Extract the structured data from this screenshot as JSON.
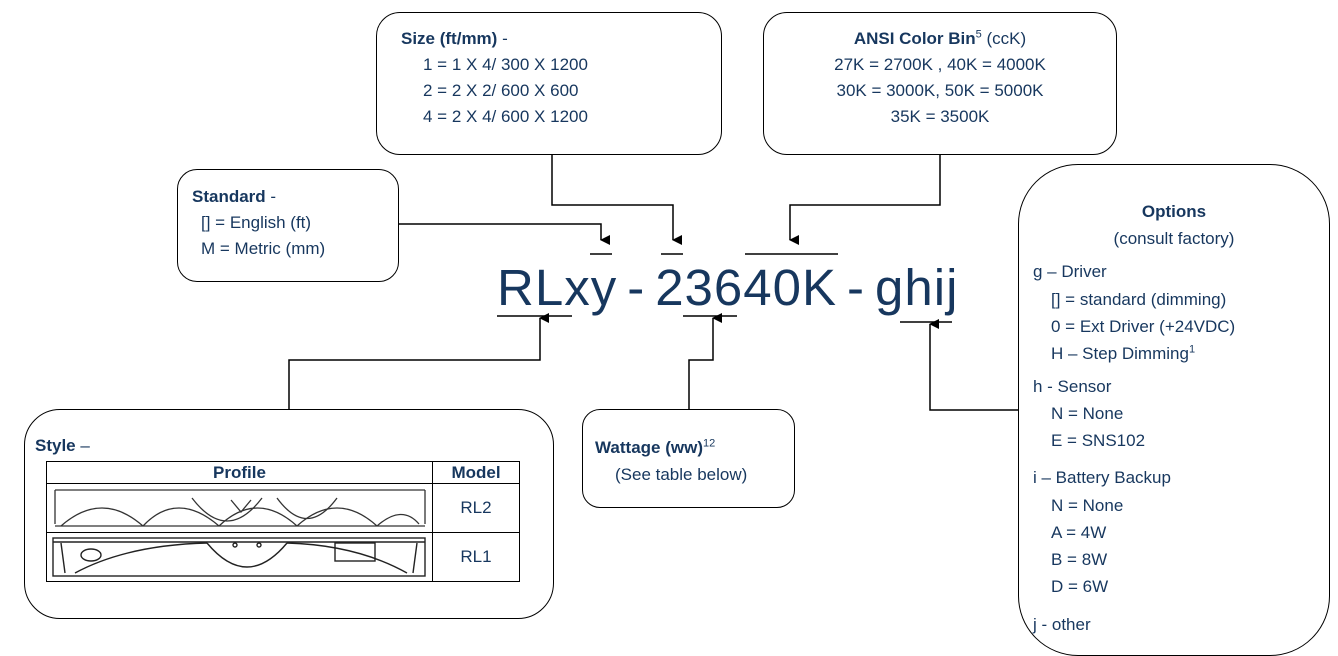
{
  "code": {
    "p1": "RLxy",
    "dash1": "-",
    "p2": "23",
    "p3": "6",
    "p4": "40K",
    "dash2": "-",
    "p5": "ghij"
  },
  "size_box": {
    "title": "Size (ft/mm)",
    "title_suffix": " -",
    "lines": [
      "1 = 1 X 4/ 300 X 1200",
      "2 = 2 X 2/ 600 X 600",
      "4 = 2 X 4/ 600 X 1200"
    ]
  },
  "ansi_box": {
    "title": "ANSI Color Bin",
    "title_sup": "5",
    "title_suffix": " (ccK)",
    "lines": [
      "27K = 2700K , 40K = 4000K",
      "30K = 3000K, 50K = 5000K",
      "35K = 3500K"
    ]
  },
  "standard_box": {
    "title": "Standard",
    "title_suffix": " -",
    "lines": [
      "[] = English (ft)",
      "M = Metric (mm)"
    ]
  },
  "options_box": {
    "title": "Options",
    "subtitle": "(consult factory)",
    "g_head": "g – Driver",
    "g_items": [
      "[] = standard (dimming)",
      "0 = Ext Driver (+24VDC)",
      "H – Step Dimming"
    ],
    "g_item3_sup": "1",
    "h_head": "h - Sensor",
    "h_items": [
      "N = None",
      "E = SNS102"
    ],
    "i_head": "i – Battery Backup",
    "i_items": [
      "N = None",
      "A = 4W",
      "B = 8W",
      "D = 6W"
    ],
    "j_head": "j - other"
  },
  "wattage_box": {
    "title": "Wattage (ww)",
    "title_sup": "12",
    "note": "(See table below)"
  },
  "style_box": {
    "title": "Style",
    "title_suffix": " –",
    "col_profile": "Profile",
    "col_model": "Model",
    "rows": [
      {
        "model": "RL2"
      },
      {
        "model": "RL1"
      }
    ]
  }
}
